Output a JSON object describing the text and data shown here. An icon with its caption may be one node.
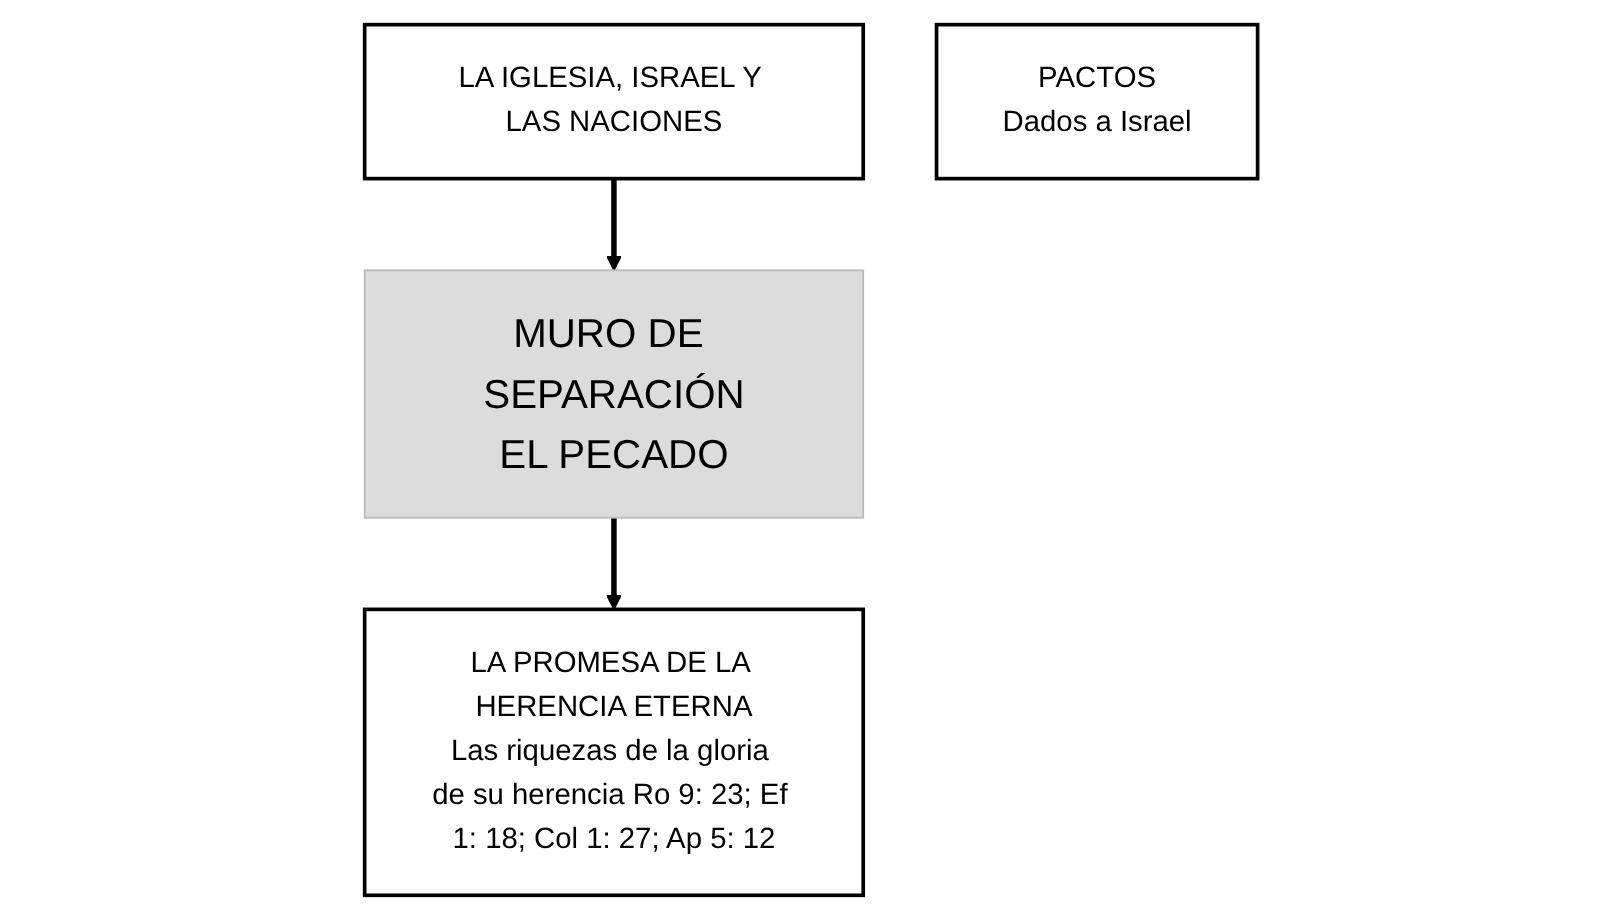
{
  "diagram": {
    "nodes": [
      {
        "text": [
          "LA IGLESIA, ISRAEL Y LAS NACIONES"
        ]
      },
      {
        "text": [
          "MURO DE SEPARACIÓN",
          "EL PECADO"
        ]
      },
      {
        "text": [
          "LA PROMESA DE LA HERENCIA ETERNA",
          "Las riquezas de la gloria de su herencia Ro 9: 23; Ef 1: 18; Col 1: 27; Ap 5: 12"
        ]
      },
      {
        "text": [
          "PACTOS",
          "Dados a Israel"
        ]
      }
    ],
    "edges": [
      {
        "from": 0,
        "to": 1,
        "arrow": "to"
      },
      {
        "from": 1,
        "to": 2,
        "arrow": "to"
      }
    ]
  }
}
